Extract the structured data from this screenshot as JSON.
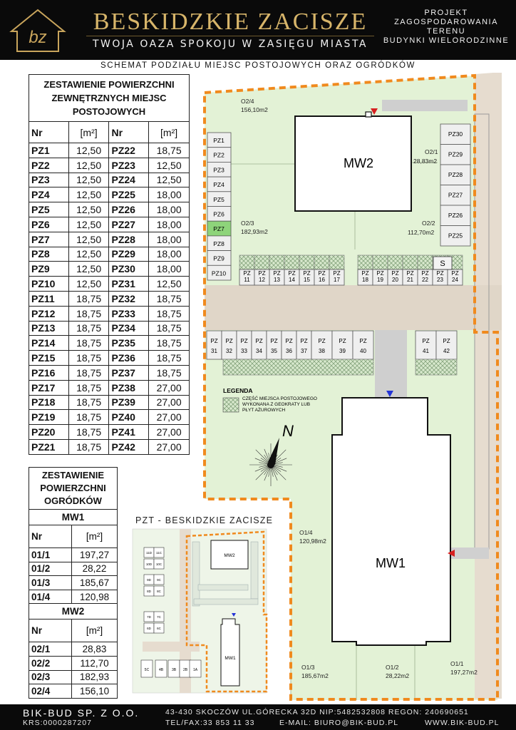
{
  "header": {
    "logo_text": "bz",
    "title": "BESKIDZKIE ZACISZE",
    "subtitle": "TWOJA OAZA SPOKOJU W ZASIĘGU MIASTA",
    "project_lines": [
      "PROJEKT",
      "ZAGOSPODAROWANIA",
      "TERENU",
      "BUDYNKI WIELORODZINNE"
    ]
  },
  "schema_title": "SCHEMAT PODZIAŁU MIEJSC POSTOJOWYCH ORAZ OGRÓDKÓW",
  "parking_table": {
    "title_lines": [
      "ZESTAWIENIE POWIERZCHNI",
      "ZEWNĘTRZNYCH MIEJSC",
      "POSTOJOWYCH"
    ],
    "col_nr": "Nr",
    "col_unit": "[m²]",
    "rows": [
      [
        "PZ1",
        "12,50",
        "PZ22",
        "18,75"
      ],
      [
        "PZ2",
        "12,50",
        "PZ23",
        "12,50"
      ],
      [
        "PZ3",
        "12,50",
        "PZ24",
        "12,50"
      ],
      [
        "PZ4",
        "12,50",
        "PZ25",
        "18,00"
      ],
      [
        "PZ5",
        "12,50",
        "PZ26",
        "18,00"
      ],
      [
        "PZ6",
        "12,50",
        "PZ27",
        "18,00"
      ],
      [
        "PZ7",
        "12,50",
        "PZ28",
        "18,00"
      ],
      [
        "PZ8",
        "12,50",
        "PZ29",
        "18,00"
      ],
      [
        "PZ9",
        "12,50",
        "PZ30",
        "18,00"
      ],
      [
        "PZ10",
        "12,50",
        "PZ31",
        "12,50"
      ],
      [
        "PZ11",
        "18,75",
        "PZ32",
        "18,75"
      ],
      [
        "PZ12",
        "18,75",
        "PZ33",
        "18,75"
      ],
      [
        "PZ13",
        "18,75",
        "PZ34",
        "18,75"
      ],
      [
        "PZ14",
        "18,75",
        "PZ35",
        "18,75"
      ],
      [
        "PZ15",
        "18,75",
        "PZ36",
        "18,75"
      ],
      [
        "PZ16",
        "18,75",
        "PZ37",
        "18,75"
      ],
      [
        "PZ17",
        "18,75",
        "PZ38",
        "27,00"
      ],
      [
        "PZ18",
        "18,75",
        "PZ39",
        "27,00"
      ],
      [
        "PZ19",
        "18,75",
        "PZ40",
        "27,00"
      ],
      [
        "PZ20",
        "18,75",
        "PZ41",
        "27,00"
      ],
      [
        "PZ21",
        "18,75",
        "PZ42",
        "27,00"
      ]
    ]
  },
  "garden_table": {
    "title_lines": [
      "ZESTAWIENIE",
      "POWIERZCHNI",
      "OGRÓDKÓW"
    ],
    "col_nr": "Nr",
    "col_unit": "[m²]",
    "sections": [
      {
        "name": "MW1",
        "rows": [
          [
            "01/1",
            "197,27"
          ],
          [
            "01/2",
            "28,22"
          ],
          [
            "01/3",
            "185,67"
          ],
          [
            "01/4",
            "120,98"
          ]
        ]
      },
      {
        "name": "MW2",
        "rows": [
          [
            "02/1",
            "28,83"
          ],
          [
            "02/2",
            "112,70"
          ],
          [
            "02/3",
            "182,93"
          ],
          [
            "02/4",
            "156,10"
          ]
        ]
      }
    ]
  },
  "site_plan": {
    "buildings": {
      "mw1": "MW1",
      "mw2": "MW2"
    },
    "gardens": {
      "o24": {
        "name": "O2/4",
        "area": "156,10m2"
      },
      "o21": {
        "name": "O2/1",
        "area": "28,83m2"
      },
      "o23": {
        "name": "O2/3",
        "area": "182,93m2"
      },
      "o22": {
        "name": "O2/2",
        "area": "112,70m2"
      },
      "o14": {
        "name": "O1/4",
        "area": "120,98m2"
      },
      "o13": {
        "name": "O1/3",
        "area": "185,67m2"
      },
      "o12": {
        "name": "O1/2",
        "area": "28,22m2"
      },
      "o11": {
        "name": "O1/1",
        "area": "197,27m2"
      }
    },
    "west_spots": [
      "PZ1",
      "PZ2",
      "PZ3",
      "PZ4",
      "PZ5",
      "PZ6",
      "PZ7",
      "PZ8",
      "PZ9",
      "PZ10"
    ],
    "east_spots": [
      "PZ30",
      "PZ29",
      "PZ28",
      "PZ27",
      "PZ26",
      "PZ25"
    ],
    "row_prefix": "PZ",
    "top_row_spots": [
      "11",
      "12",
      "13",
      "14",
      "15",
      "16",
      "17",
      "18",
      "19",
      "20",
      "21",
      "22",
      "23",
      "24"
    ],
    "bottom_row_spots": [
      "31",
      "32",
      "33",
      "34",
      "35",
      "36",
      "37",
      "38",
      "39",
      "40",
      "41",
      "42"
    ],
    "s_label": "S",
    "highlight_color": "#8ed47a",
    "garden_color": "#e3f2d6",
    "road_color": "#d9cfc2",
    "border_color": "#f08a1e",
    "legend": {
      "title": "LEGENDA",
      "lines": [
        "CZĘŚĆ MIEJSCA POSTOJOWEGO",
        "WYKONANA Z GEOKRATY LUB",
        "PŁYT AŻUROWYCH"
      ]
    },
    "north": "N"
  },
  "mini_plan": {
    "title": "PZT - BESKIDZKIE ZACISZE",
    "mw1": "MW1",
    "mw2": "MW2",
    "houses": [
      "11D",
      "11C",
      "10D",
      "10C",
      "9D",
      "9C",
      "8D",
      "8C",
      "7D",
      "7C",
      "6D",
      "6C",
      "5C",
      "4B",
      "3B",
      "2B",
      "1A"
    ]
  },
  "footer": {
    "company": "BIK-BUD SP. Z O.O.",
    "krs": "KRS:0000287207",
    "address": "43-430 SKOCZÓW UL.GÓRECKA 32D NIP:5482532808 REGON: 240690651",
    "tel": "TEL/FAX:33 853 11 33",
    "email": "E-MAIL: BIURO@BIK-BUD.PL",
    "www": "WWW.BIK-BUD.PL"
  }
}
